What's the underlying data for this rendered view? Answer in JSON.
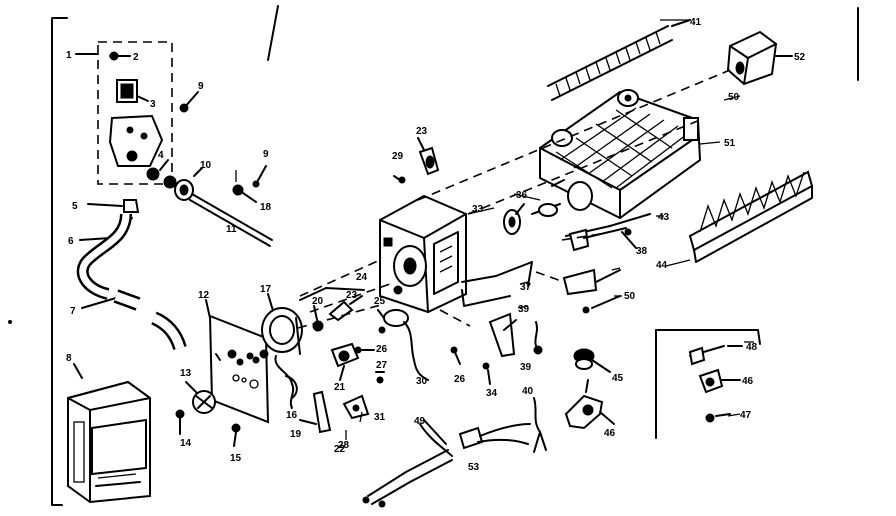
{
  "callouts": [
    {
      "id": "c1",
      "text": "1"
    },
    {
      "id": "c2",
      "text": "2"
    },
    {
      "id": "c3",
      "text": "3"
    },
    {
      "id": "c4",
      "text": "4"
    },
    {
      "id": "c5",
      "text": "5"
    },
    {
      "id": "c6",
      "text": "6"
    },
    {
      "id": "c7",
      "text": "7"
    },
    {
      "id": "c8",
      "text": "8"
    },
    {
      "id": "c9",
      "text": "9"
    },
    {
      "id": "c9b",
      "text": "9"
    },
    {
      "id": "c10",
      "text": "10"
    },
    {
      "id": "c11",
      "text": "11"
    },
    {
      "id": "c12",
      "text": "12"
    },
    {
      "id": "c13",
      "text": "13"
    },
    {
      "id": "c14",
      "text": "14"
    },
    {
      "id": "c15",
      "text": "15"
    },
    {
      "id": "c16",
      "text": "16"
    },
    {
      "id": "c17",
      "text": "17"
    },
    {
      "id": "c18",
      "text": "18"
    },
    {
      "id": "c19",
      "text": "19"
    },
    {
      "id": "c20",
      "text": "20"
    },
    {
      "id": "c21",
      "text": "21"
    },
    {
      "id": "c22",
      "text": "22"
    },
    {
      "id": "c23",
      "text": "23"
    },
    {
      "id": "c23b",
      "text": "23"
    },
    {
      "id": "c24",
      "text": "24"
    },
    {
      "id": "c25",
      "text": "25"
    },
    {
      "id": "c26",
      "text": "26"
    },
    {
      "id": "c26b",
      "text": "26"
    },
    {
      "id": "c27",
      "text": "27"
    },
    {
      "id": "c28",
      "text": "28"
    },
    {
      "id": "c29",
      "text": "29"
    },
    {
      "id": "c30",
      "text": "30"
    },
    {
      "id": "c31",
      "text": "31"
    },
    {
      "id": "c33",
      "text": "33"
    },
    {
      "id": "c34",
      "text": "34"
    },
    {
      "id": "c36",
      "text": "36"
    },
    {
      "id": "c37",
      "text": "37"
    },
    {
      "id": "c38",
      "text": "38"
    },
    {
      "id": "c39",
      "text": "39"
    },
    {
      "id": "c39b",
      "text": "39"
    },
    {
      "id": "c40",
      "text": "40"
    },
    {
      "id": "c41",
      "text": "41"
    },
    {
      "id": "c43",
      "text": "43"
    },
    {
      "id": "c44",
      "text": "44"
    },
    {
      "id": "c45",
      "text": "45"
    },
    {
      "id": "c46",
      "text": "46"
    },
    {
      "id": "c46b",
      "text": "46"
    },
    {
      "id": "c47",
      "text": "47"
    },
    {
      "id": "c48",
      "text": "48"
    },
    {
      "id": "c49",
      "text": "49"
    },
    {
      "id": "c50",
      "text": "50"
    },
    {
      "id": "c50b",
      "text": "50"
    },
    {
      "id": "c51",
      "text": "51"
    },
    {
      "id": "c52",
      "text": "52"
    },
    {
      "id": "c53",
      "text": "53"
    }
  ],
  "icons": {
    "box": "carton-icon",
    "motor": "motor-icon",
    "mold": "ice-mold-icon",
    "housing": "module-housing-icon",
    "ejector": "ejector-blades-icon",
    "stripper": "stripper-icon",
    "harness": "wire-harness-icon"
  }
}
